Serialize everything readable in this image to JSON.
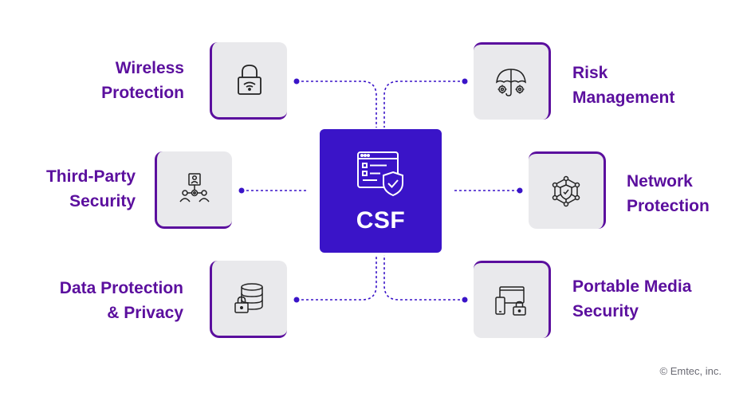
{
  "center": {
    "title": "CSF",
    "icon": "browser-shield-icon"
  },
  "nodes": {
    "wireless": {
      "label_line1": "Wireless",
      "label_line2": "Protection",
      "icon": "lock-wifi-icon"
    },
    "risk": {
      "label_line1": "Risk",
      "label_line2": "Management",
      "icon": "umbrella-gears-icon"
    },
    "thirdparty": {
      "label_line1": "Third-Party",
      "label_line2": "Security",
      "icon": "people-network-icon"
    },
    "network": {
      "label_line1": "Network",
      "label_line2": "Protection",
      "icon": "network-shield-icon"
    },
    "data": {
      "label_line1": "Data Protection",
      "label_line2": "& Privacy",
      "icon": "database-lock-icon"
    },
    "portable": {
      "label_line1": "Portable Media",
      "label_line2": "Security",
      "icon": "devices-lock-icon"
    }
  },
  "footer": {
    "copyright": "© Emtec, inc."
  },
  "colors": {
    "accent": "#5b0f9e",
    "center_fill": "#3a14c8",
    "box_fill": "#e9e9ec"
  }
}
